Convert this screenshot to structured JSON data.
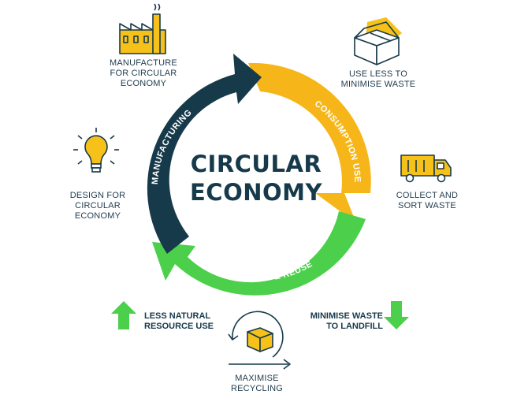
{
  "center": {
    "line1": "CIRCULAR",
    "line2": "ECONOMY"
  },
  "cycle": {
    "manufacturing": "MANUFACTURING",
    "consumption": "CONSUMPTION USE",
    "recycling": "RECYCLING & REUSE"
  },
  "stages": {
    "manufacture": {
      "line1": "MANUFACTURE",
      "line2": "FOR CIRCULAR",
      "line3": "ECONOMY"
    },
    "use_less": {
      "line1": "USE LESS TO",
      "line2": "MINIMISE WASTE"
    },
    "collect": {
      "line1": "COLLECT AND",
      "line2": "SORT WASTE"
    },
    "design": {
      "line1": "DESIGN FOR",
      "line2": "CIRCULAR",
      "line3": "ECONOMY"
    }
  },
  "benefits": {
    "less_resource": {
      "line1": "LESS NATURAL",
      "line2": "RESOURCE USE"
    },
    "minimise_landfill": {
      "line1": "MINIMISE WASTE",
      "line2": "TO LANDFILL"
    },
    "recycling": {
      "line1": "MAXIMISE",
      "line2": "RECYCLING"
    }
  },
  "colors": {
    "navy": "#173a4b",
    "yellow": "#f6b619",
    "green": "#4cd04b",
    "icon_yellow": "#f6c21a"
  },
  "icons": [
    "factory-icon",
    "box-icon",
    "truck-icon",
    "lightbulb-icon",
    "arrow-up-icon",
    "arrow-down-icon",
    "recycle-box-icon"
  ]
}
